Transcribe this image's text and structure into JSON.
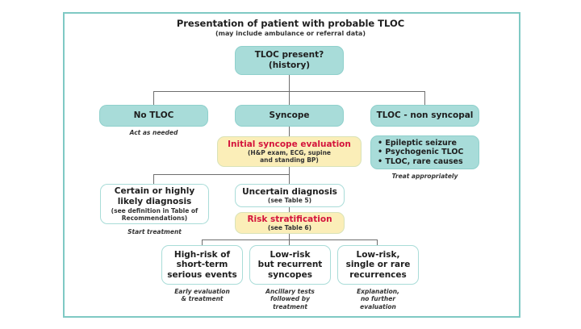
{
  "header": {
    "title": "Presentation of patient with probable TLOC",
    "subtitle": "(may include ambulance or referral data)"
  },
  "nodes": {
    "tloc_present": {
      "line1": "TLOC present?",
      "line2": "(history)"
    },
    "no_tloc": {
      "label": "No TLOC",
      "note": "Act as needed"
    },
    "syncope": {
      "label": "Syncope"
    },
    "tloc_non_syncopal": {
      "label": "TLOC - non syncopal"
    },
    "non_syncopal_causes": {
      "items": [
        "• Epileptic seizure",
        "• Psychogenic TLOC",
        "• TLOC, rare causes"
      ],
      "note": "Treat appropriately"
    },
    "initial_evaluation": {
      "title": "Initial syncope evaluation",
      "detail_line1": "(H&P exam, ECG, supine",
      "detail_line2": "and standing BP)"
    },
    "certain_diagnosis": {
      "line1": "Certain or highly",
      "line2": "likely diagnosis",
      "detail_line1": "(see definition in Table of",
      "detail_line2": "Recommendations)",
      "note": "Start treatment"
    },
    "uncertain_diagnosis": {
      "line1": "Uncertain diagnosis",
      "detail": "(see Table 5)"
    },
    "risk_stratification": {
      "title": "Risk stratification",
      "detail": "(see Table 6)"
    },
    "high_risk": {
      "line1": "High-risk of",
      "line2": "short-term",
      "line3": "serious events",
      "note_line1": "Early evaluation",
      "note_line2": "& treatment"
    },
    "low_risk_recurrent": {
      "line1": "Low-risk",
      "line2": "but recurrent",
      "line3": "syncopes",
      "note_line1": "Ancillary tests",
      "note_line2": "followed by",
      "note_line3": "treatment"
    },
    "low_risk_rare": {
      "line1": "Low-risk,",
      "line2": "single or rare",
      "line3": "recurrences",
      "note_line1": "Explanation,",
      "note_line2": "no further",
      "note_line3": "evaluation"
    }
  },
  "colors": {
    "teal_box": "#a8dcd9",
    "yellow_box": "#fbeeb8",
    "red_text": "#d4143c",
    "frame_border": "#7fc9c4"
  }
}
